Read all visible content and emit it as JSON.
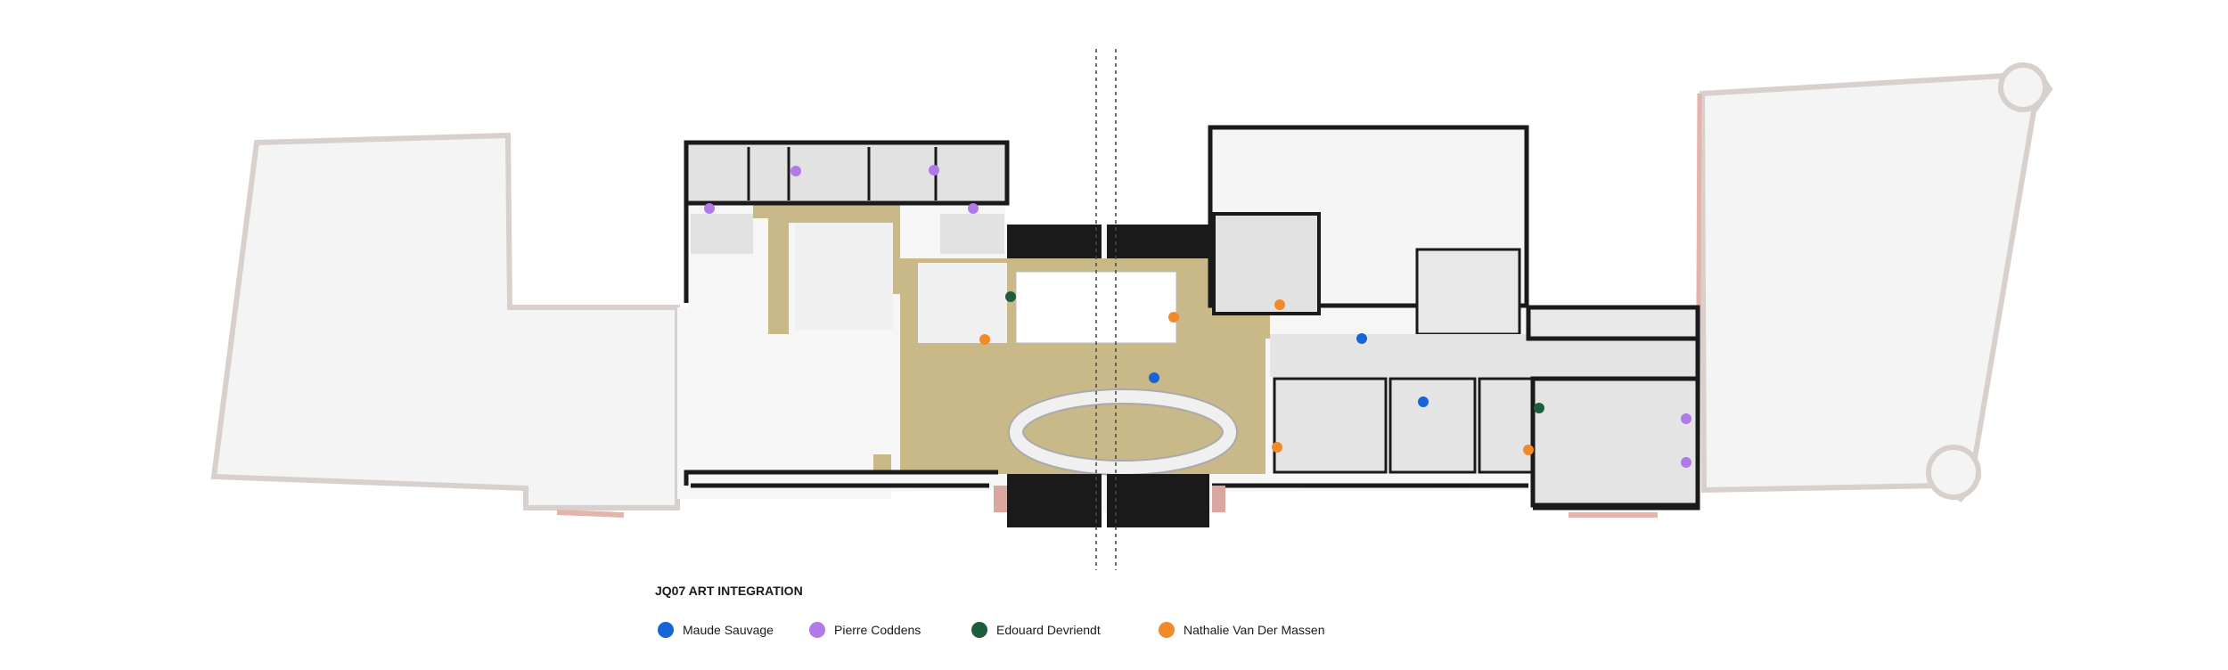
{
  "legend": {
    "title": "JQ07 ART INTEGRATION",
    "artists": [
      {
        "name": "Maude Sauvage",
        "color": "#1565d8"
      },
      {
        "name": "Pierre Coddens",
        "color": "#b07ae8"
      },
      {
        "name": "Edouard Devriendt",
        "color": "#1e5e3c"
      },
      {
        "name": "Nathalie Van Der Massen",
        "color": "#f08a2a"
      }
    ]
  },
  "colors": {
    "wall": "#1a1a1a",
    "corridor": "#c9b989",
    "adjacent_building": "#f3f3f3",
    "adjacent_outline": "#d8d0cc",
    "room_floor": "#e4e4e4",
    "brick_accent": "#d9a7a0"
  }
}
